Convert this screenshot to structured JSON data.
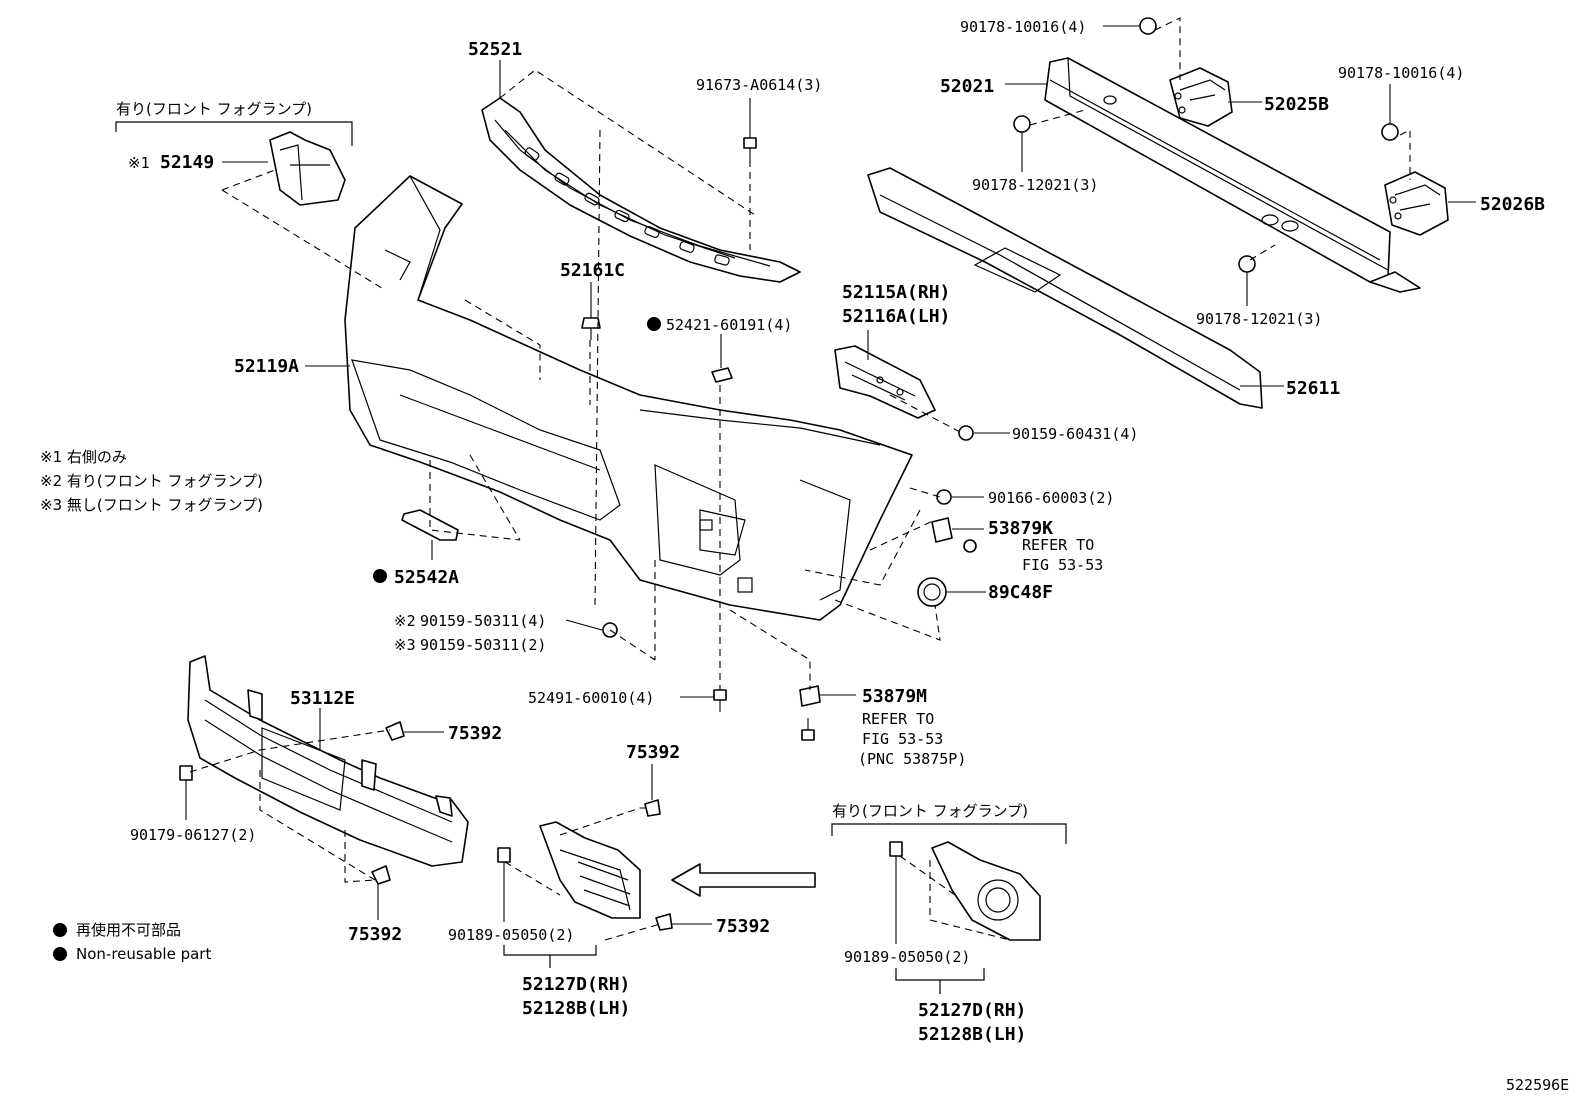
{
  "labels": {
    "p52521": "52521",
    "p91673": "91673-A0614(3)",
    "p90178_top": "90178-10016(4)",
    "p52021": "52021",
    "p52025B": "52025B",
    "p90178_right": "90178-10016(4)",
    "p90178_12021_a": "90178-12021(3)",
    "p52026B": "52026B",
    "p90178_12021_b": "90178-12021(3)",
    "p52611": "52611",
    "p52161C": "52161C",
    "p52421": "52421-60191(4)",
    "p52115A": "52115A(RH)",
    "p52116A": "52116A(LH)",
    "p90159_60431": "90159-60431(4)",
    "p52149": "52149",
    "p52149_mark": "※1",
    "fog_with_1": "有り(フロント フォグランプ)",
    "p52119A": "52119A",
    "p90166": "90166-60003(2)",
    "p53879K": "53879K",
    "refer_to_1": "REFER TO",
    "fig_1": "FIG 53-53",
    "p89C48F": "89C48F",
    "p52542A": "52542A",
    "p90159_50311_a_mark": "※2",
    "p90159_50311_a": "90159-50311(4)",
    "p90159_50311_b_mark": "※3",
    "p90159_50311_b": "90159-50311(2)",
    "p52491": "52491-60010(4)",
    "p53879M": "53879M",
    "refer_to_2": "REFER TO",
    "fig_2": "FIG 53-53",
    "pnc": "(PNC 53875P)",
    "p53112E": "53112E",
    "p75392_a": "75392",
    "p90179": "90179-06127(2)",
    "p75392_b": "75392",
    "p75392_c": "75392",
    "p75392_d": "75392",
    "p90189_a": "90189-05050(2)",
    "p52127D_a": "52127D(RH)",
    "p52128B_a": "52128B(LH)",
    "fog_with_2": "有り(フロント フォグランプ)",
    "p90189_b": "90189-05050(2)",
    "p52127D_b": "52127D(RH)",
    "p52128B_b": "52128B(LH)",
    "fig_id": "522596E"
  },
  "notes": [
    "※1 右側のみ",
    "※2 有り(フロント フォグランプ)",
    "※3 無し(フロント フォグランプ)"
  ],
  "legend": {
    "jp": "再使用不可部品",
    "en": "Non-reusable part"
  }
}
